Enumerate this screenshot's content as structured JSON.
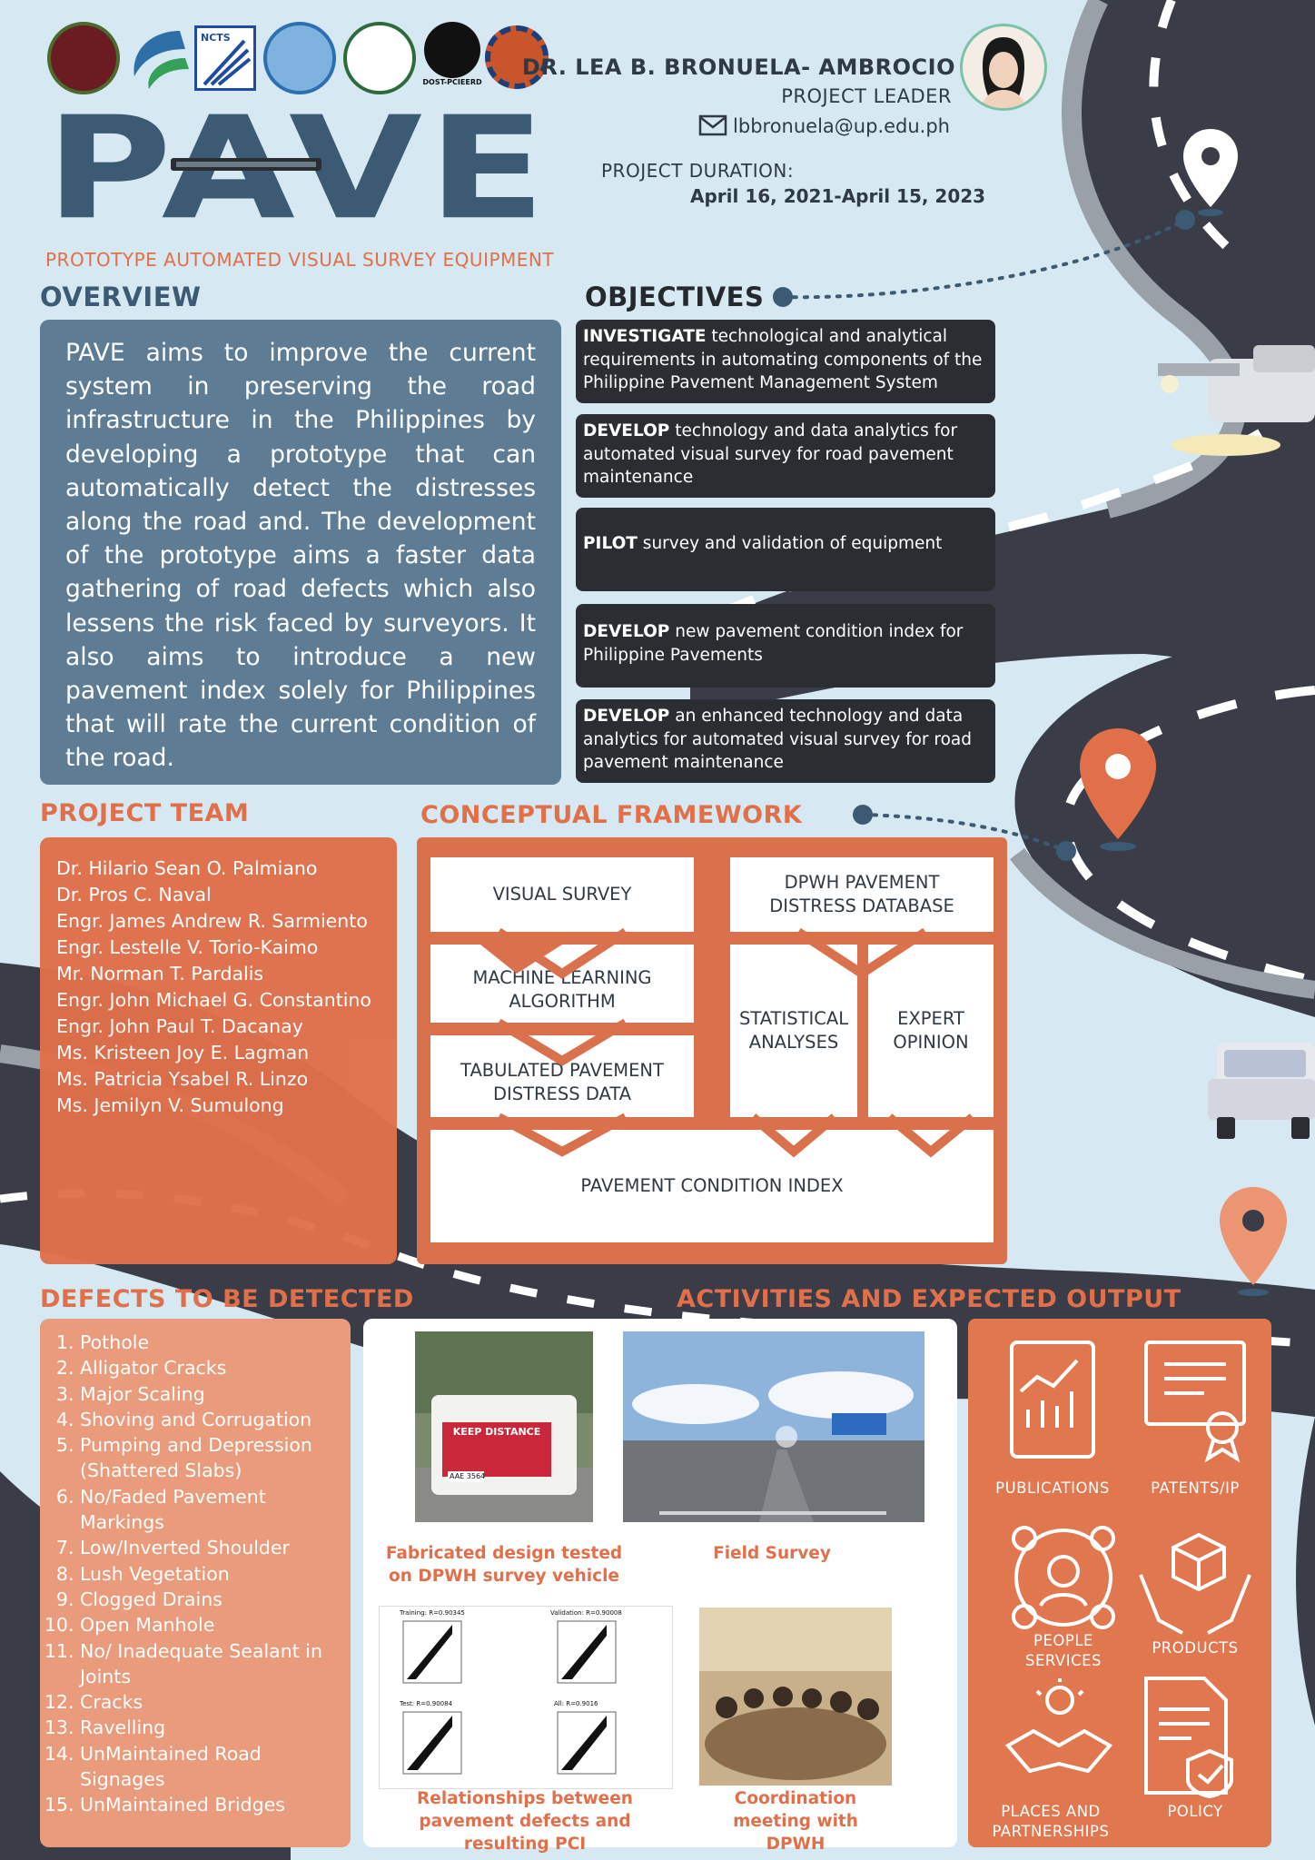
{
  "header": {
    "title": "PAVE",
    "subtitle": "PROTOTYPE AUTOMATED VISUAL SURVEY EQUIPMENT",
    "logo_text": {
      "ncts": "NCTS",
      "dost": "DOST-PCIEERD"
    },
    "leader_name": "DR. LEA B. BRONUELA- AMBROCIO",
    "leader_role": "PROJECT LEADER",
    "leader_email": "lbbronuela@up.edu.ph",
    "duration_label": "PROJECT DURATION:",
    "duration_value": "April 16, 2021-April 15, 2023"
  },
  "overview": {
    "heading": "OVERVIEW",
    "text": "PAVE aims to improve the current system in preserving the road infrastructure in the Philippines by developing a prototype that can automatically detect the distresses along the road and. The development of the prototype aims a faster data gathering of road defects which also lessens the risk faced by surveyors. It also aims to introduce a new pavement index solely for Philippines that will rate the current condition of the road."
  },
  "objectives": {
    "heading": "OBJECTIVES",
    "items": [
      {
        "verb": "INVESTIGATE",
        "text": " technological and analytical requirements in automating components of the Philippine Pavement Management System"
      },
      {
        "verb": "DEVELOP",
        "text": " technology and data analytics for automated visual survey for road pavement maintenance"
      },
      {
        "verb": "PILOT",
        "text": " survey and validation of equipment"
      },
      {
        "verb": "DEVELOP",
        "text": " new pavement condition index for Philippine Pavements"
      },
      {
        "verb": "DEVELOP",
        "text": " an enhanced technology and data analytics for automated visual survey for road pavement maintenance"
      }
    ]
  },
  "team": {
    "heading": "PROJECT TEAM",
    "members": [
      "Dr. Hilario Sean O. Palmiano",
      "Dr. Pros C. Naval",
      "Engr. James Andrew R. Sarmiento",
      "Engr. Lestelle V. Torio-Kaimo",
      "Mr. Norman T. Pardalis",
      "Engr. John Michael G. Constantino",
      "Engr. John Paul T. Dacanay",
      "Ms. Kristeen Joy E. Lagman",
      "Ms. Patricia Ysabel R. Linzo",
      "Ms. Jemilyn V. Sumulong"
    ]
  },
  "framework": {
    "heading": "CONCEPTUAL FRAMEWORK",
    "visual_survey": "VISUAL SURVEY",
    "dpwh_db": "DPWH PAVEMENT DISTRESS DATABASE",
    "ml": "MACHINE LEARNING ALGORITHM",
    "stats": "STATISTICAL ANALYSES",
    "expert": "EXPERT OPINION",
    "tabulated": "TABULATED PAVEMENT DISTRESS DATA",
    "pci": "PAVEMENT CONDITION INDEX"
  },
  "defects": {
    "heading": "DEFECTS TO BE DETECTED",
    "items": [
      "Pothole",
      "Alligator Cracks",
      "Major Scaling",
      "Shoving and Corrugation",
      "Pumping and Depression (Shattered Slabs)",
      "No/Faded Pavement Markings",
      "Low/Inverted Shoulder",
      "Lush Vegetation",
      "Clogged Drains",
      "Open Manhole",
      "No/ Inadequate Sealant in Joints",
      "Cracks",
      "Ravelling",
      "UnMaintained Road Signages",
      "UnMaintained Bridges"
    ]
  },
  "activities": {
    "heading": "ACTIVITIES  AND  EXPECTED OUTPUT",
    "captions": [
      "Fabricated design tested on DPWH survey vehicle",
      "Field Survey",
      "Relationships between pavement defects and resulting PCI",
      "Coordination meeting with DPWH"
    ],
    "sign_text": "KEEP DISTANCE",
    "plate": "AAE 3564",
    "plot_titles": [
      "Training: R=0.90345",
      "Validation: R=0.90008",
      "Test: R=0.90084",
      "All: R=0.9016"
    ]
  },
  "outputs": {
    "labels": [
      "PUBLICATIONS",
      "PATENTS/IP",
      "PEOPLE SERVICES",
      "PRODUCTS",
      "PLACES AND PARTNERSHIPS",
      "POLICY"
    ]
  },
  "colors": {
    "accent": "#e1704a",
    "navy": "#3c5a73",
    "dark": "#2a2d31",
    "bg": "#d6e8f1"
  }
}
